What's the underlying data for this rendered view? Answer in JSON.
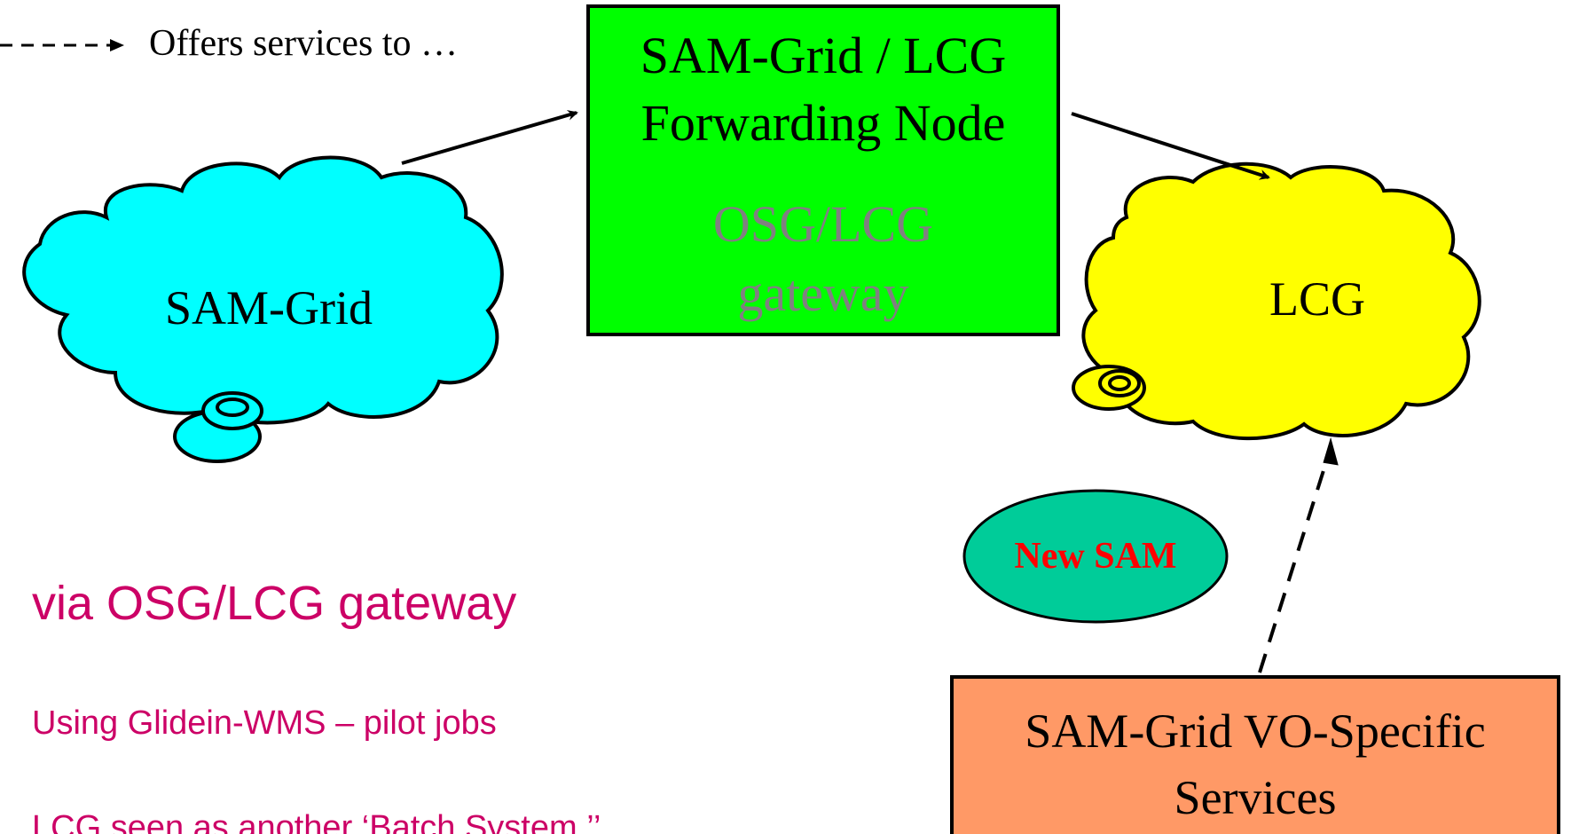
{
  "legend": {
    "text": "Offers services to …"
  },
  "nodes": {
    "forwarding": {
      "line1": "SAM-Grid / LCG",
      "line2": "Forwarding Node",
      "sub1": "OSG/LCG",
      "sub2": "gateway"
    },
    "samgrid": {
      "label": "SAM-Grid"
    },
    "lcg": {
      "label": "LCG"
    },
    "newsam": {
      "label": "New SAM"
    },
    "vo": {
      "line1": "SAM-Grid VO-Specific",
      "line2": "Services"
    }
  },
  "notes": {
    "heading": "via OSG/LCG gateway",
    "bullet1": "Using Glidein-WMS – pilot jobs",
    "bullet2": "LCG seen as another ‘Batch System ’’"
  },
  "colors": {
    "samgrid": "#00ffff",
    "lcg": "#ffff00",
    "forwarding": "#00ff00",
    "vo": "#ff9966",
    "newsam": "#00cc99",
    "newsam_text": "#ff0000",
    "notes_text": "#cc0066",
    "gateway_text": "#808080"
  }
}
